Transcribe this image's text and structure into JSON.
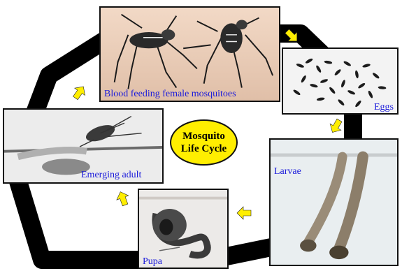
{
  "center": {
    "line1": "Mosquito",
    "line2": "Life Cycle"
  },
  "stages": {
    "blood_feeding": "Blood feeding female mosquitoes",
    "eggs": "Eggs",
    "larvae": "Larvae",
    "pupa": "Pupa",
    "emerging_adult": "Emerging adult"
  },
  "colors": {
    "ring": "#000000",
    "arrow": "#ffee00",
    "caption": "#1a1adb",
    "center_fill": "#ffee00"
  },
  "icons": {
    "cycle_arrow": "yellow-arrow-icon"
  }
}
